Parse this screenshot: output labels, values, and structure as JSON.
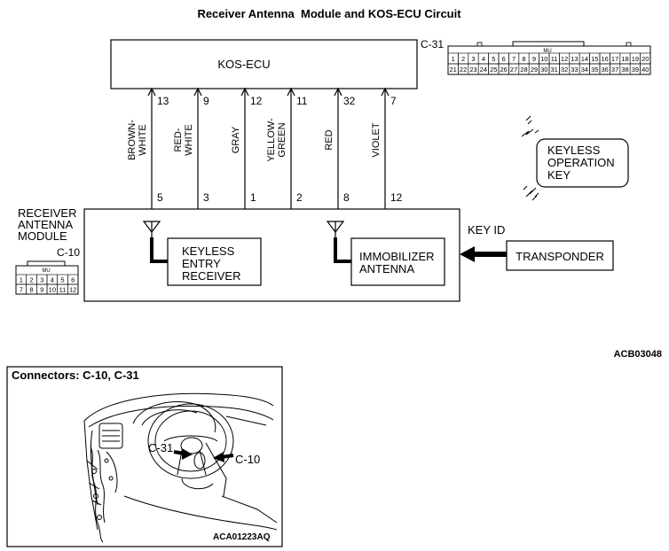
{
  "title": "Receiver Antenna  Module and KOS-ECU Circuit",
  "ecu": {
    "label": "KOS-ECU",
    "connector_id": "C-31"
  },
  "c31_pins": {
    "row1": [
      "1",
      "2",
      "3",
      "4",
      "5",
      "6",
      "7",
      "8",
      "9",
      "10",
      "11",
      "12",
      "13",
      "14",
      "15",
      "16",
      "17",
      "18",
      "19",
      "20"
    ],
    "row2": [
      "21",
      "22",
      "23",
      "24",
      "25",
      "26",
      "27",
      "28",
      "29",
      "30",
      "31",
      "32",
      "33",
      "34",
      "35",
      "36",
      "37",
      "38",
      "39",
      "40"
    ],
    "tab": "MU"
  },
  "wires": [
    {
      "name": "BROWN-WHITE",
      "label_lines": [
        "BROWN-",
        "WHITE"
      ],
      "ecu_pin": "13",
      "module_pin": "5"
    },
    {
      "name": "RED-WHITE",
      "label_lines": [
        "RED-",
        "WHITE"
      ],
      "ecu_pin": "9",
      "module_pin": "3"
    },
    {
      "name": "GRAY",
      "label_lines": [
        "GRAY"
      ],
      "ecu_pin": "12",
      "module_pin": "1"
    },
    {
      "name": "YELLOW-GREEN",
      "label_lines": [
        "YELLOW-",
        "GREEN"
      ],
      "ecu_pin": "11",
      "module_pin": "2"
    },
    {
      "name": "RED",
      "label_lines": [
        "RED"
      ],
      "ecu_pin": "32",
      "module_pin": "8"
    },
    {
      "name": "VIOLET",
      "label_lines": [
        "VIOLET"
      ],
      "ecu_pin": "7",
      "module_pin": "12"
    }
  ],
  "module": {
    "label_lines": [
      "RECEIVER",
      "ANTENNA",
      "MODULE"
    ],
    "connector_id": "C-10"
  },
  "c10_pins": {
    "row1": [
      "1",
      "2",
      "3",
      "4",
      "5",
      "6"
    ],
    "row2": [
      "7",
      "8",
      "9",
      "10",
      "11",
      "12"
    ],
    "tab": "MU"
  },
  "keyless_receiver": {
    "label_lines": [
      "KEYLESS",
      "ENTRY",
      "RECEIVER"
    ]
  },
  "immobilizer": {
    "label_lines": [
      "IMMOBILIZER",
      "ANTENNA"
    ]
  },
  "key_id_label": "KEY ID",
  "transponder": {
    "label": "TRANSPONDER"
  },
  "operation_key": {
    "label_lines": [
      "KEYLESS",
      "OPERATION",
      "KEY"
    ]
  },
  "figure_code_top": "ACB03048",
  "connectors_panel": {
    "title": "Connectors: C-10, C-31",
    "callout_left": "C-31",
    "callout_right": "C-10",
    "figure_code": "ACA01223AQ"
  }
}
